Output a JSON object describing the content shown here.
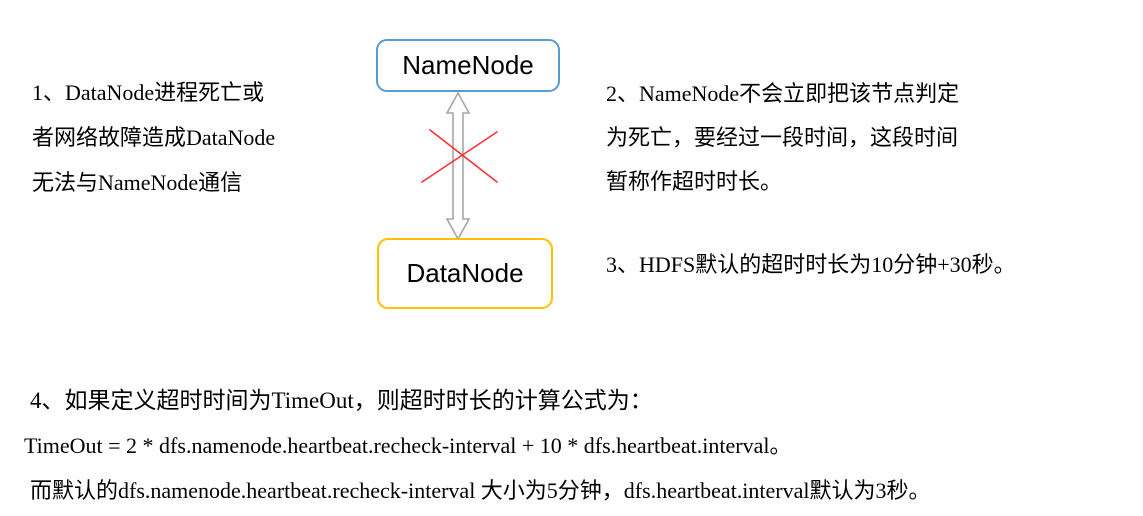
{
  "diagram": {
    "namenode_label": "NameNode",
    "datanode_label": "DataNode",
    "colors": {
      "namenode_border": "#5B9BD5",
      "datanode_border": "#FFC000",
      "arrow": "#A6A6A6",
      "cross": "#FF3232",
      "text": "#000000",
      "background": "#FFFFFF"
    }
  },
  "notes": {
    "item1": {
      "lines": [
        "1、DataNode进程死亡或",
        "者网络故障造成DataNode",
        "无法与NameNode通信"
      ]
    },
    "item2": {
      "lines": [
        "2、NameNode不会立即把该节点判定",
        "为死亡，要经过一段时间，这段时间",
        "暂称作超时时长。"
      ]
    },
    "item3": "3、HDFS默认的超时时长为10分钟+30秒。",
    "item4": "4、如果定义超时时间为TimeOut，则超时时长的计算公式为：",
    "formula": "TimeOut  = 2 * dfs.namenode.heartbeat.recheck-interval + 10 * dfs.heartbeat.interval。",
    "defaults": "而默认的dfs.namenode.heartbeat.recheck-interval 大小为5分钟，dfs.heartbeat.interval默认为3秒。"
  }
}
